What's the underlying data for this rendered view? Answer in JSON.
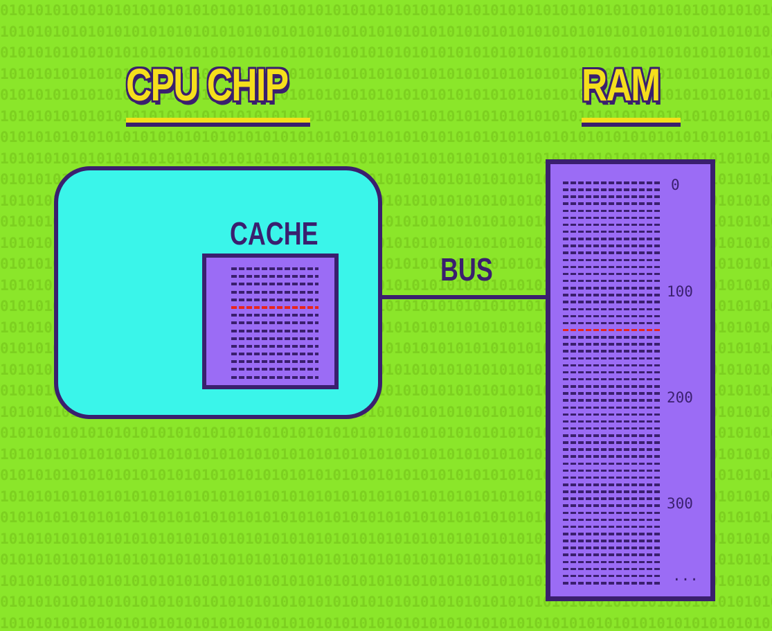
{
  "titles": {
    "cpu": "CPU CHIP",
    "ram": "RAM"
  },
  "labels": {
    "cache": "CACHE",
    "bus": "BUS"
  },
  "ram": {
    "addresses": [
      "0",
      "100",
      "200",
      "300",
      "..."
    ]
  },
  "colors": {
    "background": "#8be62a",
    "cpu_chip": "#3af5ea",
    "memory": "#9b6cf5",
    "outline": "#3a1f6e",
    "title_text": "#f5df1c",
    "highlight_row": "#e8261c"
  }
}
